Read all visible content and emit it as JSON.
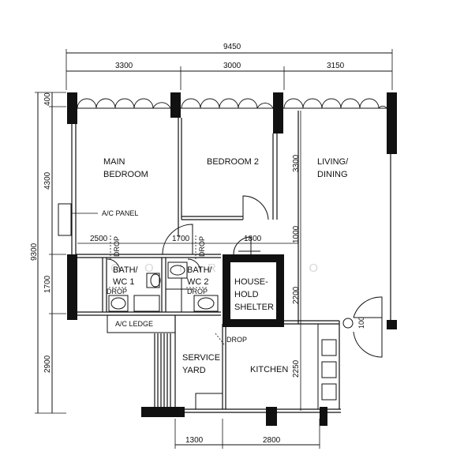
{
  "dimensions": {
    "total_width": "9450",
    "top_segments": [
      "3300",
      "3000",
      "3150"
    ],
    "left_total": "9300",
    "left_segments": [
      "400",
      "4300",
      "1700",
      "2900"
    ],
    "bottom_segments": [
      "1300",
      "2800"
    ],
    "inner": {
      "d2500": "2500",
      "d1700": "1700",
      "d1800": "1800",
      "d3300": "3300",
      "d1000": "1000",
      "d2200": "2200",
      "d2250": "2250",
      "d100": "100"
    }
  },
  "rooms": {
    "main_bedroom": [
      "MAIN",
      "BEDROOM"
    ],
    "bedroom2": "BEDROOM 2",
    "living": [
      "LIVING/",
      "DINING"
    ],
    "shelter": [
      "HOUSE-",
      "HOLD",
      "SHELTER"
    ],
    "bath1": [
      "BATH/",
      "WC 1"
    ],
    "bath2": [
      "BATH/",
      "WC 2"
    ],
    "service": [
      "SERVICE",
      "YARD"
    ],
    "kitchen": "KITCHEN"
  },
  "labels": {
    "ac_panel": "A/C PANEL",
    "ac_ledge": "A/C LEDGE",
    "drop": "DROP"
  },
  "watermark": "C O I R S H O"
}
